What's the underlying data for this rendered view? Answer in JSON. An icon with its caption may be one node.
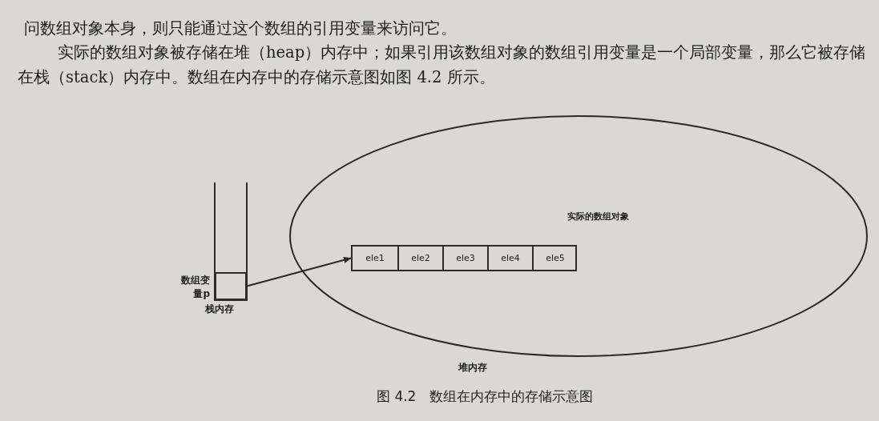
{
  "diagram": {
    "caption": "图 4.2　数组在内存中的存储示意图",
    "nodes": [
      {
        "text": [
          "栈内存"
        ]
      },
      {
        "text": [],
        "shape": "box",
        "in": 0,
        "beside": [
          "数组变量p"
        ]
      },
      {
        "text": [
          "堆内存"
        ]
      },
      {
        "text": [],
        "shape": "box",
        "in": 2
      },
      {
        "text": [
          "ele1"
        ],
        "in": 3
      },
      {
        "text": [
          "ele2"
        ],
        "in": 3
      },
      {
        "text": [
          "ele3"
        ],
        "in": 3
      },
      {
        "text": [
          "ele4"
        ],
        "in": 3
      },
      {
        "text": [
          "ele5"
        ],
        "in": 3
      }
    ],
    "edges": [
      {
        "from": 1,
        "to": 3,
        "arrow": "to"
      }
    ],
    "labels": [
      "问数组对象本身，则只能通过这个数组的引用变量来访问它。",
      "实际的数组对象被存储在堆（heap）内存中；如果引用该数组对象的数组引用变量是一个局部变量，那么它被存储在栈（stack）内存中。数组在内存中的存储示意图如图 4.2 所示。",
      "实际的数组对象"
    ]
  }
}
